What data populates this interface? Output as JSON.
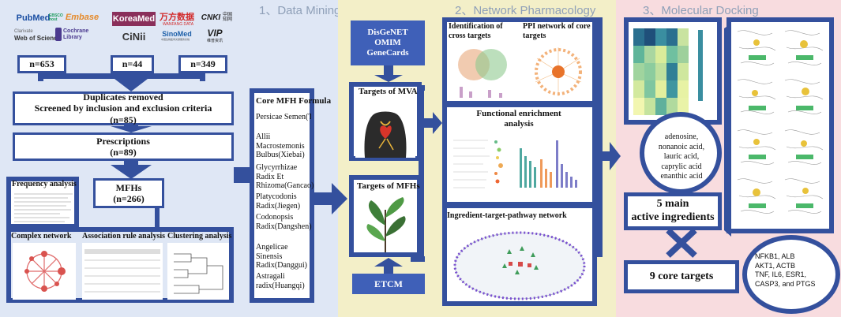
{
  "panels": {
    "mining_title": "1、Data Mining",
    "network_title": "2、Network Pharmacology",
    "docking_title": "3、Molecular Docking"
  },
  "sources": {
    "pubmed": "PubMed",
    "ebsco": "EBSCO host",
    "embase": "Embase",
    "wos_1": "Clarivate",
    "wos_2": "Web of Science",
    "cochrane_1": "Cochrane",
    "cochrane_2": "Library",
    "koreamed": "KoreaMed",
    "cinii": "CiNii",
    "wanfang_1": "万方数据",
    "wanfang_2": "WANFANG DATA",
    "cnki_1": "CNKI",
    "cnki_2": "中国知网",
    "sinomed_1": "SinoMed",
    "sinomed_2": "中国生物医学文献服务系统",
    "vip_1": "VIP",
    "vip_2": "维普资讯"
  },
  "counts": {
    "n1": "n=653",
    "n2": "n=44",
    "n3": "n=349"
  },
  "screening": {
    "line1": "Duplicates removed",
    "line2": "Screened by inclusion and exclusion criteria",
    "line3": "(n=85)"
  },
  "prescriptions": {
    "line1": "Prescriptions",
    "line2": "(n=89)"
  },
  "mfhs": {
    "line1": "MFHs",
    "line2": "(n=266)"
  },
  "analyses": {
    "frequency": "Frequency analysis",
    "complex": "Complex network",
    "association": "Association rule analysis",
    "clustering": "Clustering analysis"
  },
  "formula": {
    "title": "Core MFH Formula",
    "items": [
      "Persicae Semen(Taoren)",
      "Allii Macrostemonis Bulbus(Xiebai)",
      "Glycyrrhizae Radix Et Rhizoma(Gancao)",
      "Platycodonis Radix(Jiegen)",
      "Codonopsis Radix(Dangshen)",
      "Angelicae Sinensis Radix(Danggui)",
      "Astragali radix(Huangqi)"
    ]
  },
  "databases": {
    "line1": "DisGeNET",
    "line2": "OMIM",
    "line3": "GeneCards"
  },
  "network": {
    "targets_mva": "Targets of MVA",
    "targets_mfhs": "Targets of  MFHs",
    "etcm": "ETCM",
    "cross": "Identification of cross targets",
    "ppi": "PPI network of core targets",
    "enrichment_1": "Functional enrichment",
    "enrichment_2": "analysis",
    "itp": "Ingredient-target-pathway network"
  },
  "docking": {
    "ingredients": [
      "adenosine,",
      "nonanoic acid,",
      "lauric acid,",
      "caprylic acid",
      "enanthic acid"
    ],
    "main_1": "5 main",
    "main_2": "active ingredients",
    "core": "9 core targets",
    "targets": [
      "NFKB1, ALB",
      "AKT1, ACTB",
      "TNF, IL6, ESR1,",
      "CASP3, and PTGS"
    ]
  },
  "colors": {
    "frame_blue": "#34509d",
    "panel_mining": "#dfe7f5",
    "panel_network": "#f3efc8",
    "panel_docking": "#f8dcdf",
    "db_box": "#3f60b8"
  }
}
